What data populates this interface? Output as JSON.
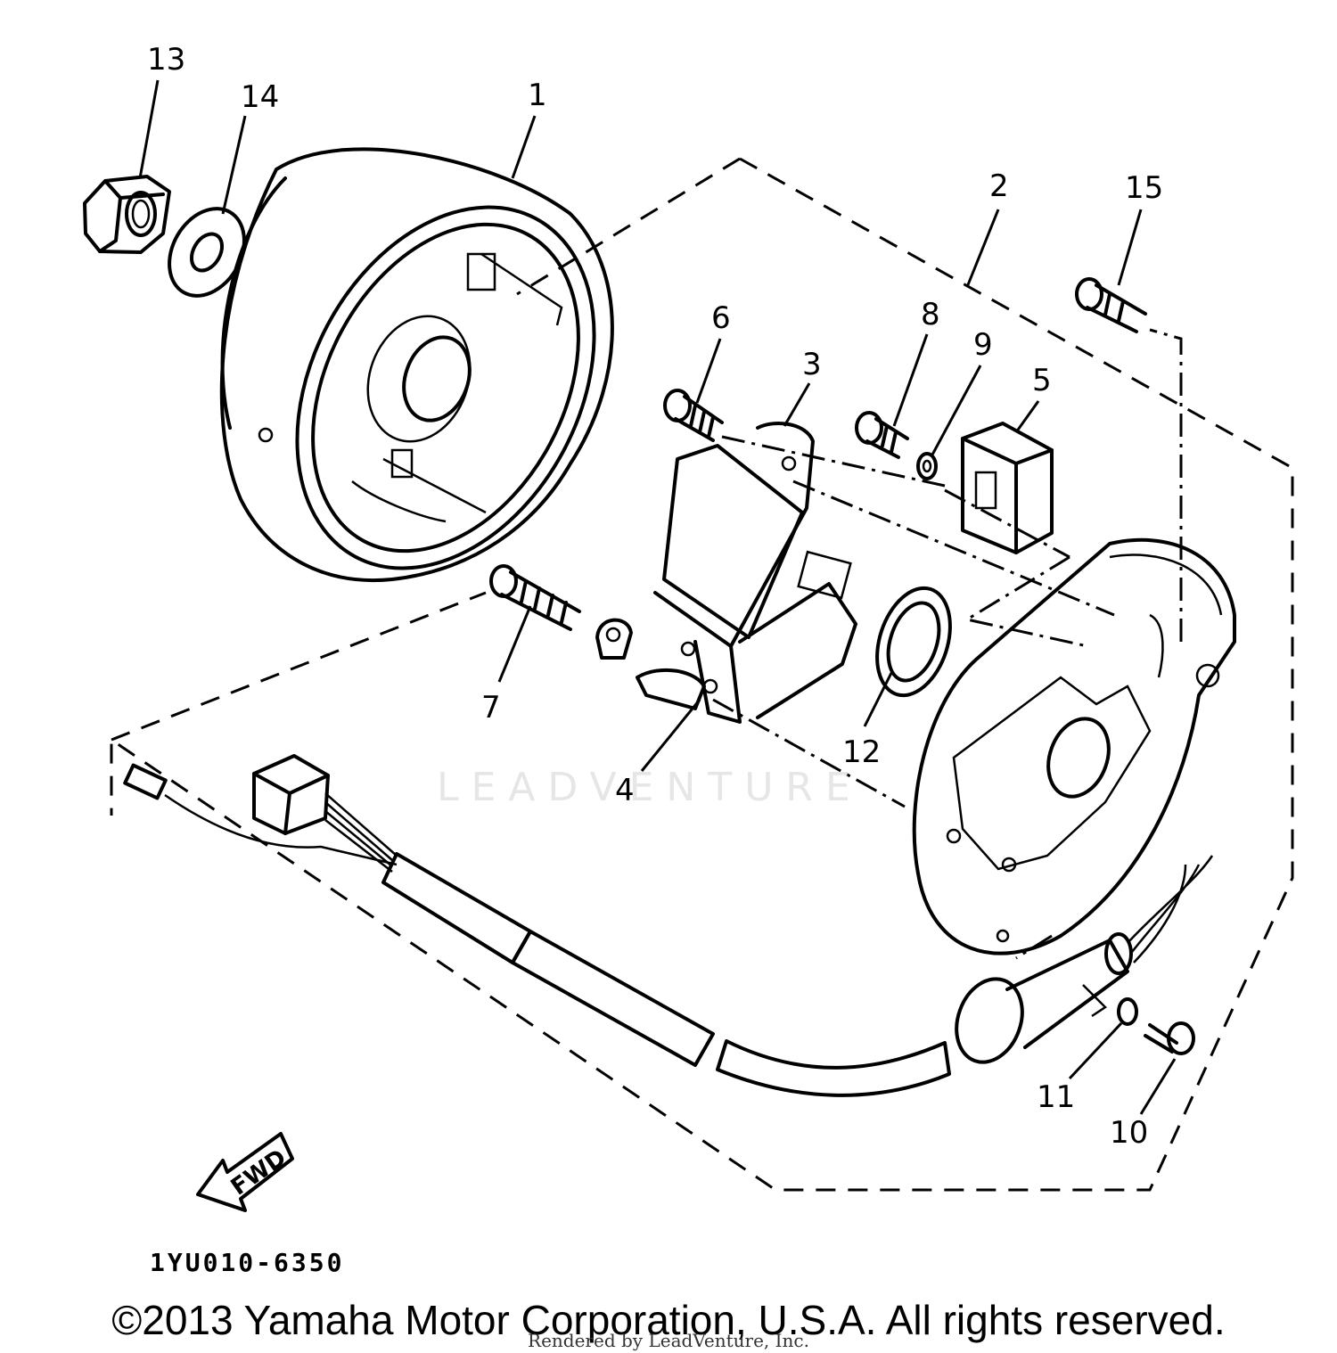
{
  "callouts": {
    "c1": "1",
    "c2": "2",
    "c3": "3",
    "c4": "4",
    "c5": "5",
    "c6": "6",
    "c7": "7",
    "c8": "8",
    "c9": "9",
    "c10": "10",
    "c11": "11",
    "c12": "12",
    "c13": "13",
    "c14": "14",
    "c15": "15"
  },
  "fwd_label": "FWD",
  "part_code": "1YU010-6350",
  "watermark": "LEADVENTURE",
  "copyright": "©2013 Yamaha Motor Corporation, U.S.A. All rights reserved.",
  "rendered_by": "Rendered by LeadVenture, Inc."
}
